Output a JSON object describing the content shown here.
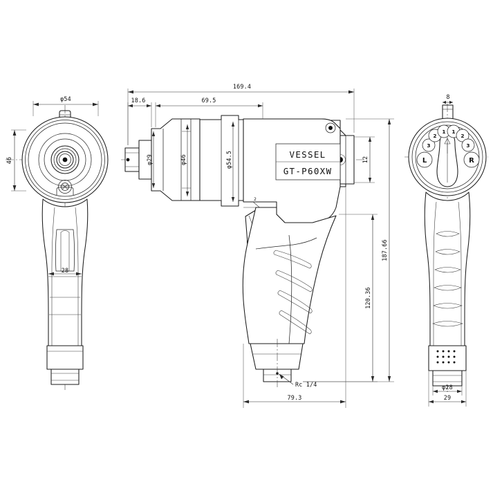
{
  "drawing": {
    "title": "VESSEL GT-P60XW Pneumatic Impact Wrench — Dimensioned Orthographic Drawing",
    "background": "#ffffff",
    "line_color": "#1a1a1a",
    "units": "mm",
    "views": [
      {
        "name": "front-view",
        "position": "left",
        "description": "Front elevation looking at anvil/square drive"
      },
      {
        "name": "side-view",
        "position": "center",
        "description": "Side elevation, full body with nameplate"
      },
      {
        "name": "rear-view",
        "position": "right",
        "description": "Rear elevation showing torque/direction selector dial"
      }
    ]
  },
  "nameplate": {
    "brand": "VESSEL",
    "model": "GT-P60XW"
  },
  "dial": {
    "left_mark": "L",
    "right_mark": "R",
    "positions": [
      "3",
      "2",
      "1",
      "1",
      "2",
      "3"
    ]
  },
  "dimensions": {
    "front_view": {
      "diameter_body": "φ54",
      "height_body": "46",
      "grip_width": "28"
    },
    "side_view": {
      "overall_length": "169.4",
      "nose_length": "18.6",
      "barrel_length": "69.5",
      "anvil_diameter": "φ29",
      "barrel_diameter": "φ46",
      "housing_diameter": "φ54.5",
      "rear_cap": "12",
      "trigger_note": "2",
      "air_inlet_thread": "Rc 1/4",
      "grip_depth": "79.3",
      "overall_height": "187.66",
      "grip_height": "120.36"
    },
    "rear_view": {
      "hanger_width": "8",
      "grip_diameter": "φ28",
      "grip_width": "29"
    }
  }
}
